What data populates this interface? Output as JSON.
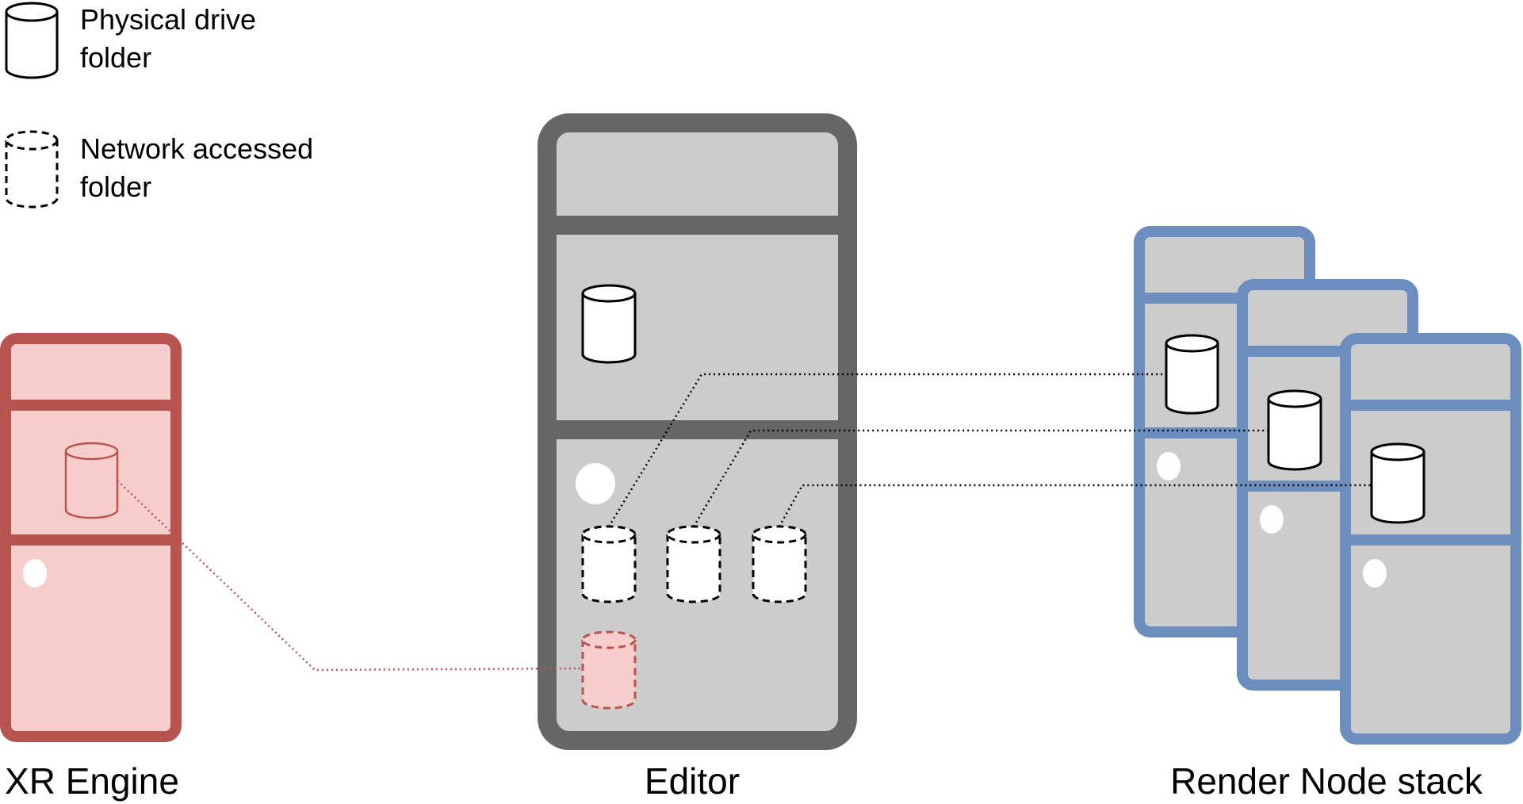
{
  "legend": {
    "physical": {
      "line1": "Physical drive",
      "line2": "folder",
      "icon": "solid-cylinder-icon"
    },
    "network": {
      "line1": "Network accessed",
      "line2": "folder",
      "icon": "dashed-cylinder-icon"
    }
  },
  "machines": {
    "xr_engine": {
      "label": "XR Engine",
      "frame_color": "#b85450",
      "fill_color": "#f8cecc"
    },
    "editor": {
      "label": "Editor",
      "frame_color": "#666666",
      "fill_color": "#cccccc"
    },
    "render_nodes": {
      "label": "Render Node stack",
      "frame_color": "#6c8ebf",
      "fill_color": "#cccccc",
      "count": 3
    }
  },
  "colors": {
    "physical_link": "#000000",
    "xr_link": "#b85450",
    "xr_network_folder_fill": "#f8cecc"
  }
}
